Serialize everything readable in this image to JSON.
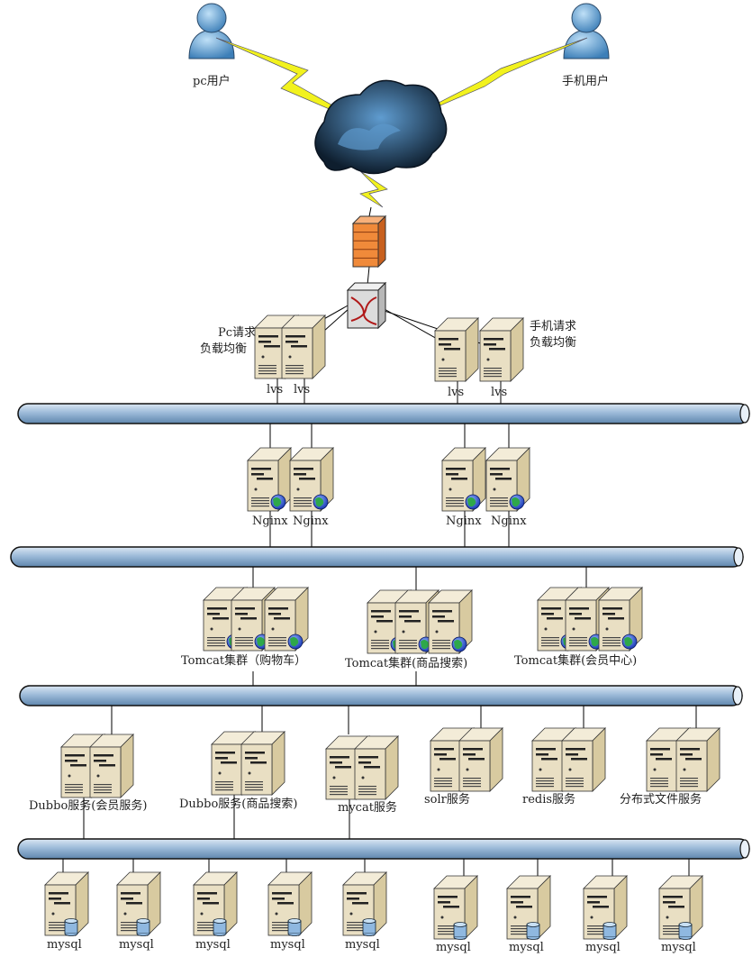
{
  "users": {
    "pc": "pc用户",
    "mobile": "手机用户"
  },
  "load_balancers": {
    "pc_label_1": "Pc请求",
    "pc_label_2": "负载均衡",
    "mobile_label_1": "手机请求",
    "mobile_label_2": "负载均衡",
    "servers": [
      "lvs",
      "lvs",
      "lvs",
      "lvs"
    ]
  },
  "nginx": [
    "Nginx",
    "Nginx",
    "Nginx",
    "Nginx"
  ],
  "tomcat_clusters": [
    "Tomcat集群（购物车）",
    "Tomcat集群(商品搜索)",
    "Tomcat集群(会员中心)"
  ],
  "services": [
    "Dubbo服务(会员服务)",
    "Dubbo服务(商品搜索)",
    "mycat服务",
    "solr服务",
    "redis服务",
    "分布式文件服务"
  ],
  "databases": [
    "mysql",
    "mysql",
    "mysql",
    "mysql",
    "mysql",
    "mysql",
    "mysql",
    "mysql",
    "mysql"
  ],
  "icons": [
    "user-icon",
    "cloud-icon",
    "lightning-icon",
    "firewall-icon",
    "switch-icon",
    "server-icon",
    "globe-icon",
    "database-icon"
  ],
  "colors": {
    "bus": "#9dbbd9",
    "server": "#e6dcc0",
    "firewall": "#f08a3a",
    "lightning": "#f2f21e",
    "cloud": "#1f3a55"
  }
}
